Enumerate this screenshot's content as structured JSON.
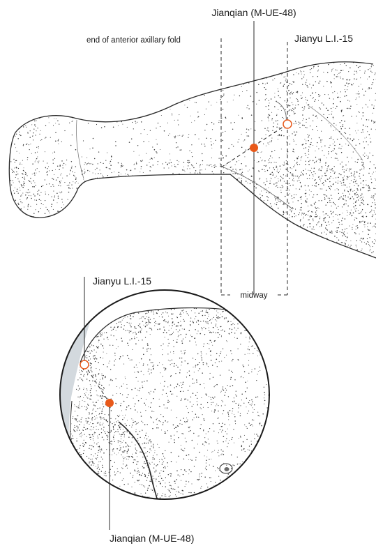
{
  "labels": {
    "top_point": "Jianqian (M-UE-48)",
    "fold": "end of anterior axillary fold",
    "jianyu_top": "Jianyu L.I.-15",
    "midway": "midway",
    "jianyu_inset": "Jianyu L.I.-15",
    "bottom_point": "Jianqian (M-UE-48)"
  },
  "colors": {
    "point_fill": "#e8591a",
    "line": "#2a2a2a",
    "skin_stipple": "#3a3a3a",
    "shadow_band": "#d3d9de"
  }
}
